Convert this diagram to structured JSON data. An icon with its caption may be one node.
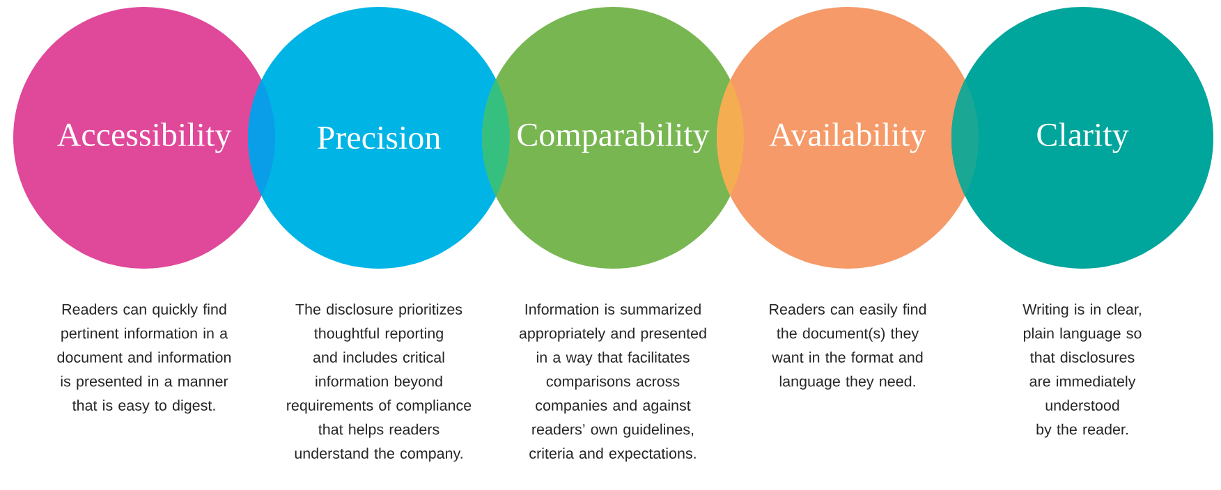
{
  "diagram": {
    "nodes": [
      {
        "text": [
          "Accessibility"
        ],
        "beside": [
          "Readers can quickly find pertinent information in a document and information is presented in a manner that is easy to digest."
        ]
      },
      {
        "text": [
          "Precision"
        ],
        "beside": [
          "The disclosure prioritizes thoughtful reporting and includes critical information beyond requirements of compliance that helps readers understand the company."
        ]
      },
      {
        "text": [
          "Comparability"
        ],
        "beside": [
          "Information is summarized appropriately and presented in a way that facilitates comparisons across companies and against readers’ own guidelines, criteria and expectations."
        ]
      },
      {
        "text": [
          "Availability"
        ],
        "beside": [
          "Readers can easily find the document(s) they want in the format and language they need."
        ]
      },
      {
        "text": [
          "Clarity"
        ],
        "beside": [
          "Writing is in clear, plain language so that disclosures are immediately understood by the reader."
        ]
      }
    ]
  }
}
